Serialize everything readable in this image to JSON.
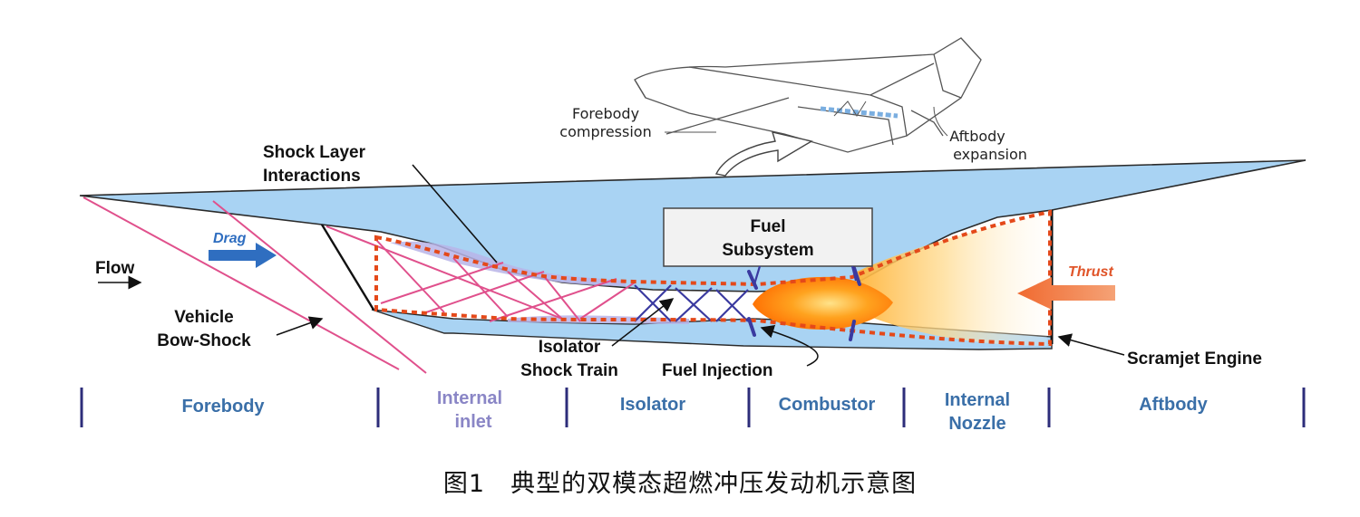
{
  "labels": {
    "shock_layer": [
      "Shock Layer",
      "Interactions"
    ],
    "flow": "Flow",
    "drag": "Drag",
    "bow_shock": [
      "Vehicle",
      "Bow-Shock"
    ],
    "fuel_subsystem": [
      "Fuel",
      "Subsystem"
    ],
    "isolator_shock_train": [
      "Isolator",
      "Shock Train"
    ],
    "fuel_injection": "Fuel Injection",
    "thrust": "Thrust",
    "scramjet_engine": "Scramjet Engine",
    "forebody_compression": [
      "Forebody",
      "compression"
    ],
    "aftbody_expansion": [
      "Aftbody",
      "expansion"
    ]
  },
  "regions": [
    {
      "lines": [
        "Forebody"
      ],
      "color": "#3a6fa8"
    },
    {
      "lines": [
        "Internal",
        "inlet"
      ],
      "color": "#8a86c6"
    },
    {
      "lines": [
        "Isolator"
      ],
      "color": "#3a6fa8"
    },
    {
      "lines": [
        "Combustor"
      ],
      "color": "#3a6fa8"
    },
    {
      "lines": [
        "Internal",
        "Nozzle"
      ],
      "color": "#3a6fa8"
    },
    {
      "lines": [
        "Aftbody"
      ],
      "color": "#3a6fa8"
    }
  ],
  "caption": "图1　典型的双模态超燃冲压发动机示意图",
  "colors": {
    "body_fill": "#a9d3f3",
    "shock_lines": "#e0508c",
    "isolator_shocks": "#3a3aa0",
    "dashed_outline": "#e4491a",
    "divider": "#2d2d7a",
    "drag_arrow": "#2f6ec0",
    "thrust_arrow": "#f07a45",
    "thrust_text": "#e0552a"
  }
}
